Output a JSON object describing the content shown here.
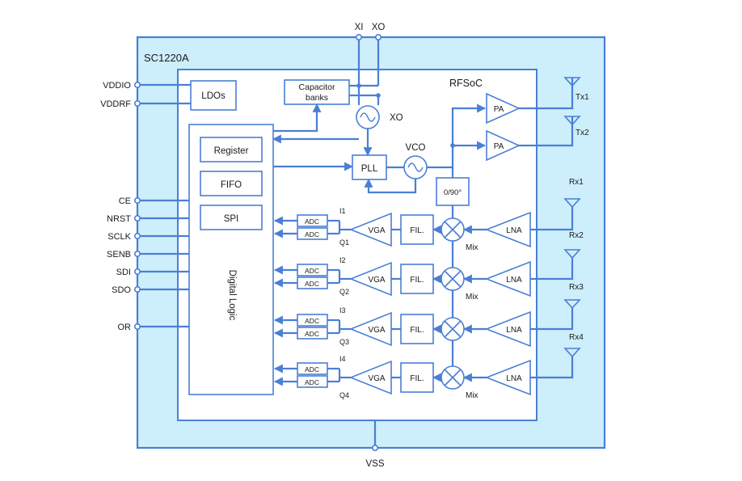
{
  "chip": {
    "name": "SC1220A",
    "soc": "RFSoC"
  },
  "pins": {
    "vddio": "VDDIO",
    "vddrf": "VDDRF",
    "ce": "CE",
    "nrst": "NRST",
    "sclk": "SCLK",
    "senb": "SENB",
    "sdi": "SDI",
    "sdo": "SDO",
    "or": "OR",
    "xi": "XI",
    "xo": "XO",
    "vss": "VSS"
  },
  "blocks": {
    "ldos": "LDOs",
    "capacitor_line1": "Capacitor",
    "capacitor_line2": "banks",
    "register": "Register",
    "fifo": "FIFO",
    "spi": "SPI",
    "digital_logic": "Digital Logic",
    "xo_osc": "XO",
    "pll": "PLL",
    "vco": "VCO",
    "phase": "0/90°",
    "pa": "PA"
  },
  "tx": [
    "Tx1",
    "Tx2"
  ],
  "rx_channels": [
    {
      "rx": "Rx1",
      "i": "I1",
      "q": "Q1"
    },
    {
      "rx": "Rx2",
      "i": "I2",
      "q": "Q2"
    },
    {
      "rx": "Rx3",
      "i": "I3",
      "q": "Q3"
    },
    {
      "rx": "Rx4",
      "i": "I4",
      "q": "Q4"
    }
  ],
  "chain": {
    "adc": "ADC",
    "vga": "VGA",
    "fil": "FIL.",
    "lna": "LNA",
    "mix": "Mix"
  }
}
